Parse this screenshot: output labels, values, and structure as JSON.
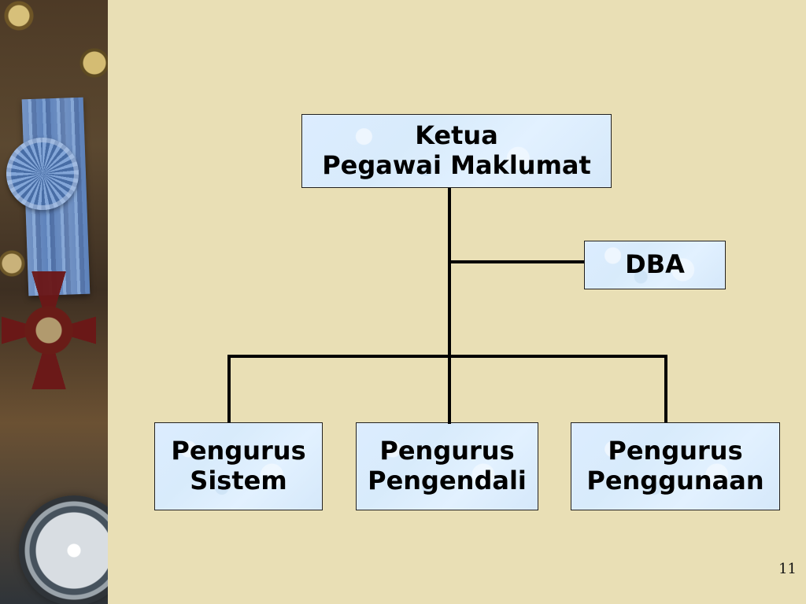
{
  "diagram": {
    "top_box": {
      "label": "Ketua\nPegawai Maklumat"
    },
    "side_box": {
      "label": "DBA"
    },
    "bottom_boxes": [
      {
        "label": "Pengurus\nSistem"
      },
      {
        "label": "Pengurus\nPengendali"
      },
      {
        "label": "Pengurus\nPenggunaan"
      }
    ]
  },
  "slide": {
    "page_number": "11"
  },
  "colors": {
    "background": "#e9dfb5",
    "box_fill": "#dcecff",
    "box_border": "#202020",
    "connector": "#000000"
  }
}
